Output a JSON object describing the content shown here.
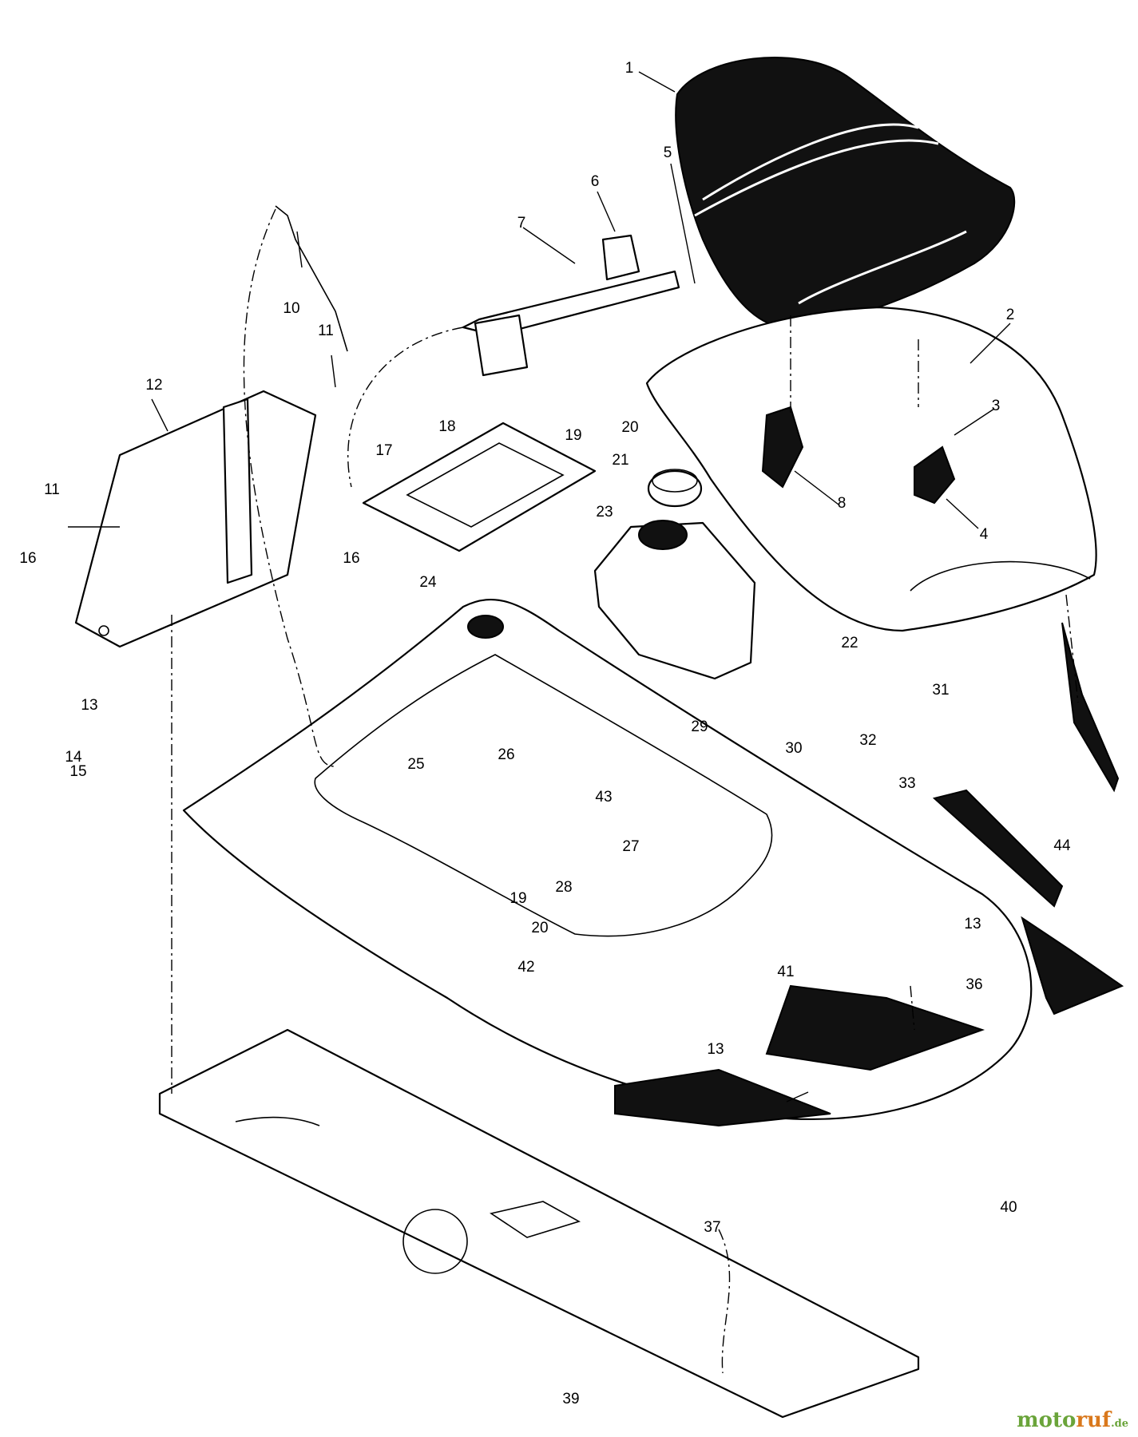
{
  "watermark": {
    "text_main": "moto",
    "text_accent": "ruf",
    "text_suffix": ".de"
  },
  "callouts": {
    "c1": "1",
    "c2": "2",
    "c3": "3",
    "c4": "4",
    "c5": "5",
    "c6": "6",
    "c7": "7",
    "c8": "8",
    "c10": "10",
    "c11a": "11",
    "c11b": "11",
    "c12": "12",
    "c13a": "13",
    "c13b": "13",
    "c13c": "13",
    "c14": "14",
    "c15": "15",
    "c16a": "16",
    "c16b": "16",
    "c17": "17",
    "c18": "18",
    "c19a": "19",
    "c19b": "19",
    "c20a": "20",
    "c20b": "20",
    "c21": "21",
    "c22": "22",
    "c23": "23",
    "c24": "24",
    "c25": "25",
    "c26": "26",
    "c27": "27",
    "c28": "28",
    "c29": "29",
    "c30": "30",
    "c31": "31",
    "c32": "32",
    "c33": "33",
    "c36": "36",
    "c37": "37",
    "c39": "39",
    "c40": "40",
    "c41": "41",
    "c42": "42",
    "c43": "43",
    "c44": "44"
  }
}
